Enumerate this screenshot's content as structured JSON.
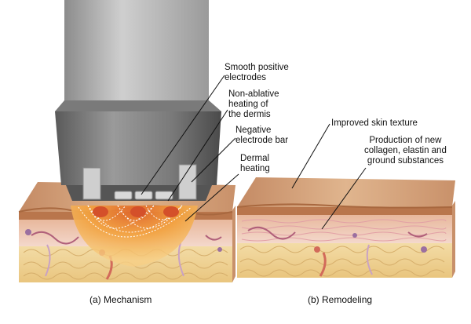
{
  "labels": {
    "smooth_positive": "Smooth positive\nelectrodes",
    "non_ablative": "Non-ablative\nheating of\nthe dermis",
    "negative_bar": "Negative\nelectrode bar",
    "dermal_heating": "Dermal\nheating",
    "improved_texture": "Improved skin texture",
    "production": "Production of new\ncollagen, elastin and\nground substances"
  },
  "captions": {
    "mechanism": "(a) Mechanism",
    "remodeling": "(b) Remodeling"
  },
  "colors": {
    "skin_surface": "#d9a77c",
    "epidermis": "#c98a5e",
    "dermis": "#f0c9b8",
    "fat": "#f2d79a",
    "heating": "#f29a3a",
    "device": "#6f6f6f"
  }
}
